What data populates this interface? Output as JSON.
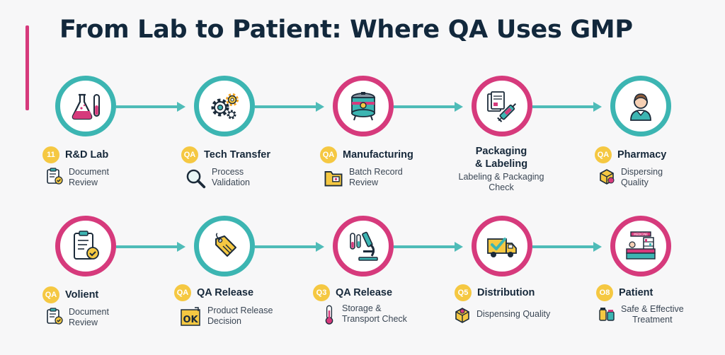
{
  "title": "From Lab to Patient: Where QA Uses GMP",
  "colors": {
    "teal": "#3cb5b2",
    "pink": "#d63a7c",
    "badge": "#f5c842",
    "title": "#12283c"
  },
  "row1": [
    {
      "badge": "11",
      "title": "R&D Lab",
      "detail": "Document\nReview",
      "icon": "flask-icon",
      "detail_icon": "clipboard-check-icon"
    },
    {
      "badge": "QA",
      "title": "Tech Transfer",
      "detail": "Process\nValidation",
      "icon": "gears-icon",
      "detail_icon": "magnifier-icon"
    },
    {
      "badge": "QA",
      "title": "Manufacturing",
      "detail": "Batch Record\nReview",
      "icon": "tank-icon",
      "detail_icon": "folder-icon"
    },
    {
      "badge": "",
      "title": "Packaging\n& Labeling",
      "detail": "Labeling & Packaging\nCheck",
      "icon": "syringe-document-icon",
      "detail_icon": ""
    },
    {
      "badge": "QA",
      "title": "Pharmacy",
      "detail": "Dispersing\nQuality",
      "icon": "pharmacist-icon",
      "detail_icon": "box-icon"
    }
  ],
  "row2": [
    {
      "badge": "QA",
      "title": "Volient",
      "detail": "Document\nReview",
      "icon": "clipboard-check-icon",
      "detail_icon": "clipboard-check-icon"
    },
    {
      "badge": "QA",
      "title": "QA Release",
      "detail": "Product Release\nDecision",
      "icon": "tag-icon",
      "detail_icon": "ok-icon"
    },
    {
      "badge": "Q3",
      "title": "QA Release",
      "detail": "Storage &\nTransport Check",
      "icon": "microscope-icon",
      "detail_icon": "thermometer-icon"
    },
    {
      "badge": "Q5",
      "title": "Distribution",
      "detail": "Dispensing Quality",
      "icon": "truck-icon",
      "detail_icon": "box-icon"
    },
    {
      "badge": "O8",
      "title": "Patient",
      "detail": "Safe & Effective\nTreatment",
      "icon": "pharmacy-counter-icon",
      "detail_icon": "medicine-bottles-icon"
    }
  ],
  "ok_label": "OK",
  "counter_sign": "MEDICINE"
}
